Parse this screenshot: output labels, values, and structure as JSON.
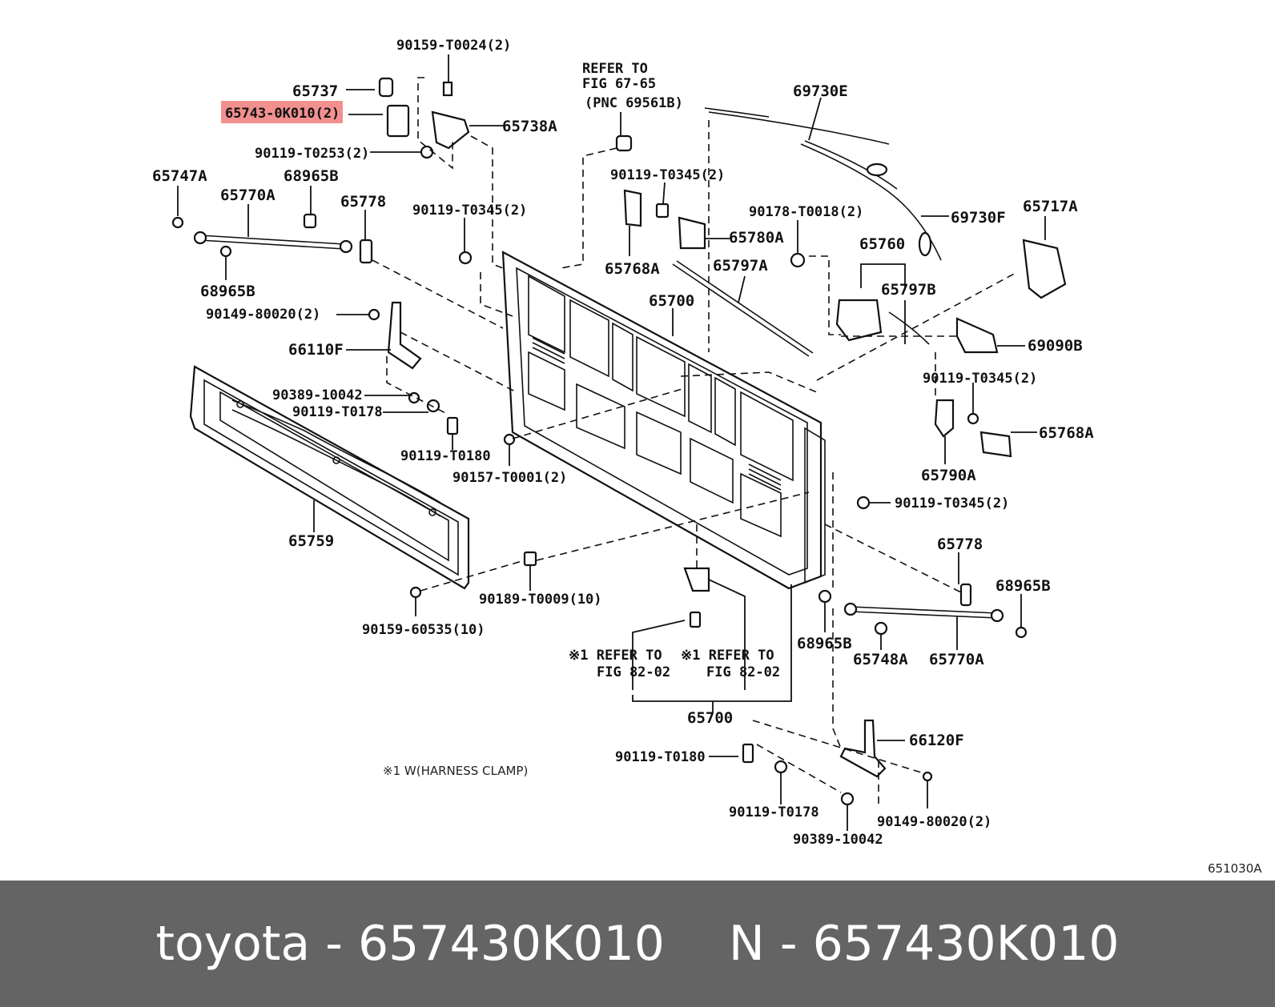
{
  "diagram": {
    "figure_code": "651030A",
    "highlight_part": "65743-0K010(2)",
    "callouts": {
      "p90159_T0024": "90159-T0024(2)",
      "p65737": "65737",
      "p65743": "65743-0K010(2)",
      "p65738A": "65738A",
      "p90119_T0253": "90119-T0253(2)",
      "p65747A": "65747A",
      "p68965B_top": "68965B",
      "p65770A_left": "65770A",
      "p65778_left": "65778",
      "p68965B_left": "68965B",
      "p90149_80020_left": "90149-80020(2)",
      "p66110F": "66110F",
      "p90389_10042_left": "90389-10042",
      "p90119_T0178_left": "90119-T0178",
      "p90119_T0180_left": "90119-T0180",
      "p90157_T0001": "90157-T0001(2)",
      "p65759": "65759",
      "p90189_T0009": "90189-T0009(10)",
      "p90159_60535": "90159-60535(10)",
      "refer_line1": "REFER TO",
      "refer_line2": "FIG 67-65",
      "refer_line3": "(PNC 69561B)",
      "p90119_T0345_a": "90119-T0345(2)",
      "p90119_T0345_b": "90119-T0345(2)",
      "p65768A_left": "65768A",
      "p65780A": "65780A",
      "p69730E": "69730E",
      "p69730F": "69730F",
      "p90178_T0018": "90178-T0018(2)",
      "p65797A": "65797A",
      "p65700_top": "65700",
      "p65760": "65760",
      "p65797B": "65797B",
      "p65717A": "65717A",
      "p69090B": "69090B",
      "p90119_T0345_c": "90119-T0345(2)",
      "p65768A_right": "65768A",
      "p65790A": "65790A",
      "p90119_T0345_d": "90119-T0345(2)",
      "p65778_right": "65778",
      "p68965B_right": "68965B",
      "p68965B_mid": "68965B",
      "p65748A": "65748A",
      "p65770A_right": "65770A",
      "ref1_line1": "※1 REFER TO",
      "ref1_line2": "FIG 82-02",
      "ref2_line1": "※1 REFER TO",
      "ref2_line2": "FIG 82-02",
      "p65700_bottom": "65700",
      "p66120F": "66120F",
      "p90119_T0180_right": "90119-T0180",
      "p90119_T0178_right": "90119-T0178",
      "p90149_80020_right": "90149-80020(2)",
      "p90389_10042_right": "90389-10042",
      "harness_note": "※1 W(HARNESS CLAMP)"
    }
  },
  "footer": {
    "brand": "toyota",
    "separator": "-",
    "part_number": "657430K010",
    "prefix": "N",
    "part_number_2": "657430K010"
  }
}
